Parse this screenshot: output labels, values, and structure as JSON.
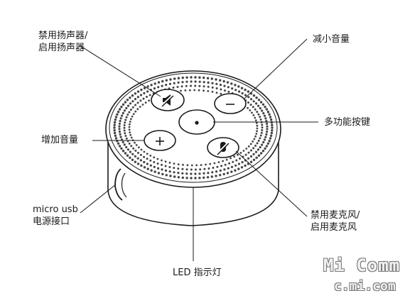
{
  "labels": {
    "mute_speaker": [
      "禁用扬声器/",
      "启用扬声器"
    ],
    "volume_down": "减小音量",
    "multi_function": "多功能按键",
    "volume_up": "增加音量",
    "micro_usb": [
      "micro usb",
      "电源接口"
    ],
    "mute_mic": [
      "禁用麦克风/",
      "启用麦克风"
    ],
    "led": "LED 指示灯"
  },
  "buttons": {
    "volume_down_glyph": "—",
    "volume_up_glyph": "+",
    "action_glyph": "•"
  },
  "watermark": {
    "line1": "Mi Comm",
    "line2": "c.mi.com"
  },
  "colors": {
    "line": "#1a1a1a",
    "dots": "#444444"
  }
}
